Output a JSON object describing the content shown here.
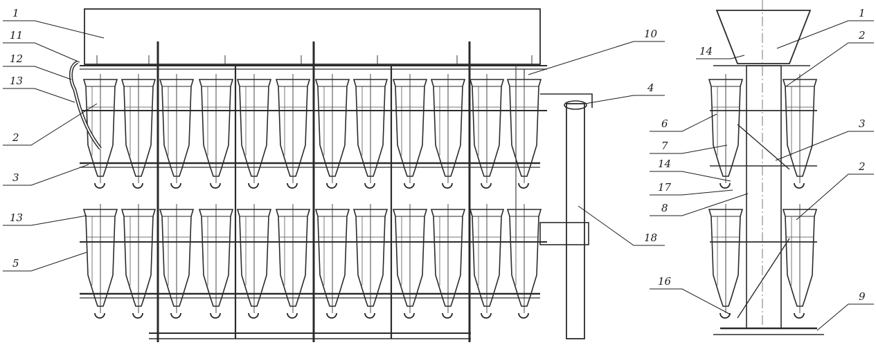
{
  "callouts": {
    "left_view": [
      {
        "id": "l-1",
        "text": "1"
      },
      {
        "id": "l-11",
        "text": "11"
      },
      {
        "id": "l-12",
        "text": "12"
      },
      {
        "id": "l-13",
        "text": "13"
      },
      {
        "id": "l-2",
        "text": "2"
      },
      {
        "id": "l-3",
        "text": "3"
      },
      {
        "id": "l-13b",
        "text": "13"
      },
      {
        "id": "l-5",
        "text": "5"
      },
      {
        "id": "l-10",
        "text": "10"
      },
      {
        "id": "l-4",
        "text": "4"
      },
      {
        "id": "l-18",
        "text": "18"
      }
    ],
    "right_view": [
      {
        "id": "r-1",
        "text": "1"
      },
      {
        "id": "r-14",
        "text": "14"
      },
      {
        "id": "r-2",
        "text": "2"
      },
      {
        "id": "r-6",
        "text": "6"
      },
      {
        "id": "r-3",
        "text": "3"
      },
      {
        "id": "r-7",
        "text": "7"
      },
      {
        "id": "r-14b",
        "text": "14"
      },
      {
        "id": "r-17",
        "text": "17"
      },
      {
        "id": "r-8",
        "text": "8"
      },
      {
        "id": "r-2b",
        "text": "2"
      },
      {
        "id": "r-16",
        "text": "16"
      },
      {
        "id": "r-9",
        "text": "9"
      }
    ]
  }
}
